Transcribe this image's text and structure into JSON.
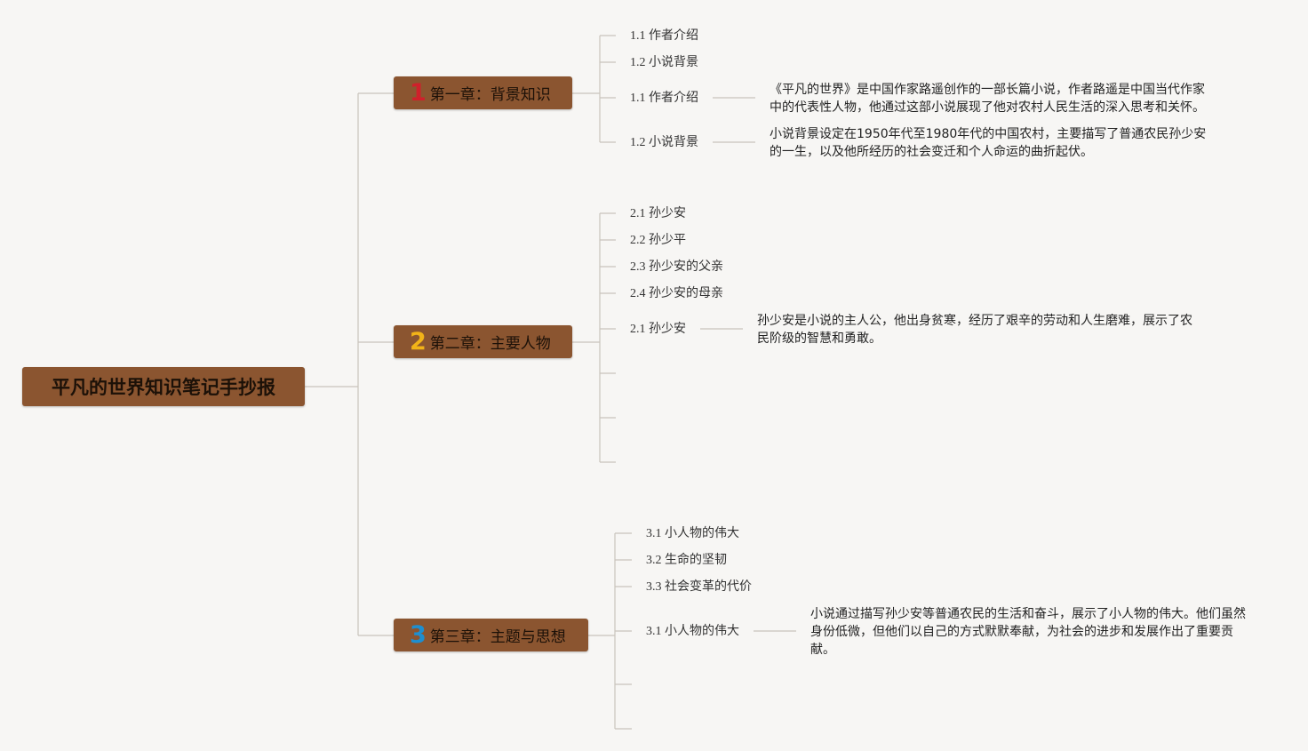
{
  "root": {
    "title": "平凡的世界知识笔记手抄报"
  },
  "chapters": [
    {
      "num": "1",
      "num_color": "#d0202b",
      "title": "第一章：背景知识",
      "items": [
        "1.1 作者介绍",
        "1.2 小说背景"
      ],
      "details": [
        {
          "label": "1.1 作者介绍",
          "text": "《平凡的世界》是中国作家路遥创作的一部长篇小说，作者路遥是中国当代作家中的代表性人物，他通过这部小说展现了他对农村人民生活的深入思考和关怀。"
        },
        {
          "label": "1.2 小说背景",
          "text": "小说背景设定在1950年代至1980年代的中国农村，主要描写了普通农民孙少安的一生，以及他所经历的社会变迁和个人命运的曲折起伏。"
        }
      ]
    },
    {
      "num": "2",
      "num_color": "#f2b318",
      "title": "第二章：主要人物",
      "items": [
        "2.1 孙少安",
        "2.2 孙少平",
        "2.3 孙少安的父亲",
        "2.4 孙少安的母亲"
      ],
      "details": [
        {
          "label": "2.1 孙少安",
          "text": "孙少安是小说的主人公，他出身贫寒，经历了艰辛的劳动和人生磨难，展示了农民阶级的智慧和勇敢。"
        }
      ]
    },
    {
      "num": "3",
      "num_color": "#1e8fd0",
      "title": "第三章：主题与思想",
      "items": [
        "3.1 小人物的伟大",
        "3.2 生命的坚韧",
        "3.3 社会变革的代价"
      ],
      "details": [
        {
          "label": "3.1 小人物的伟大",
          "text": "小说通过描写孙少安等普通农民的生活和奋斗，展示了小人物的伟大。他们虽然身份低微，但他们以自己的方式默默奉献，为社会的进步和发展作出了重要贡献。"
        }
      ]
    }
  ],
  "colors": {
    "node_fill": "#8b5530",
    "line": "#c9c4bc",
    "background": "#f7f6f4"
  }
}
